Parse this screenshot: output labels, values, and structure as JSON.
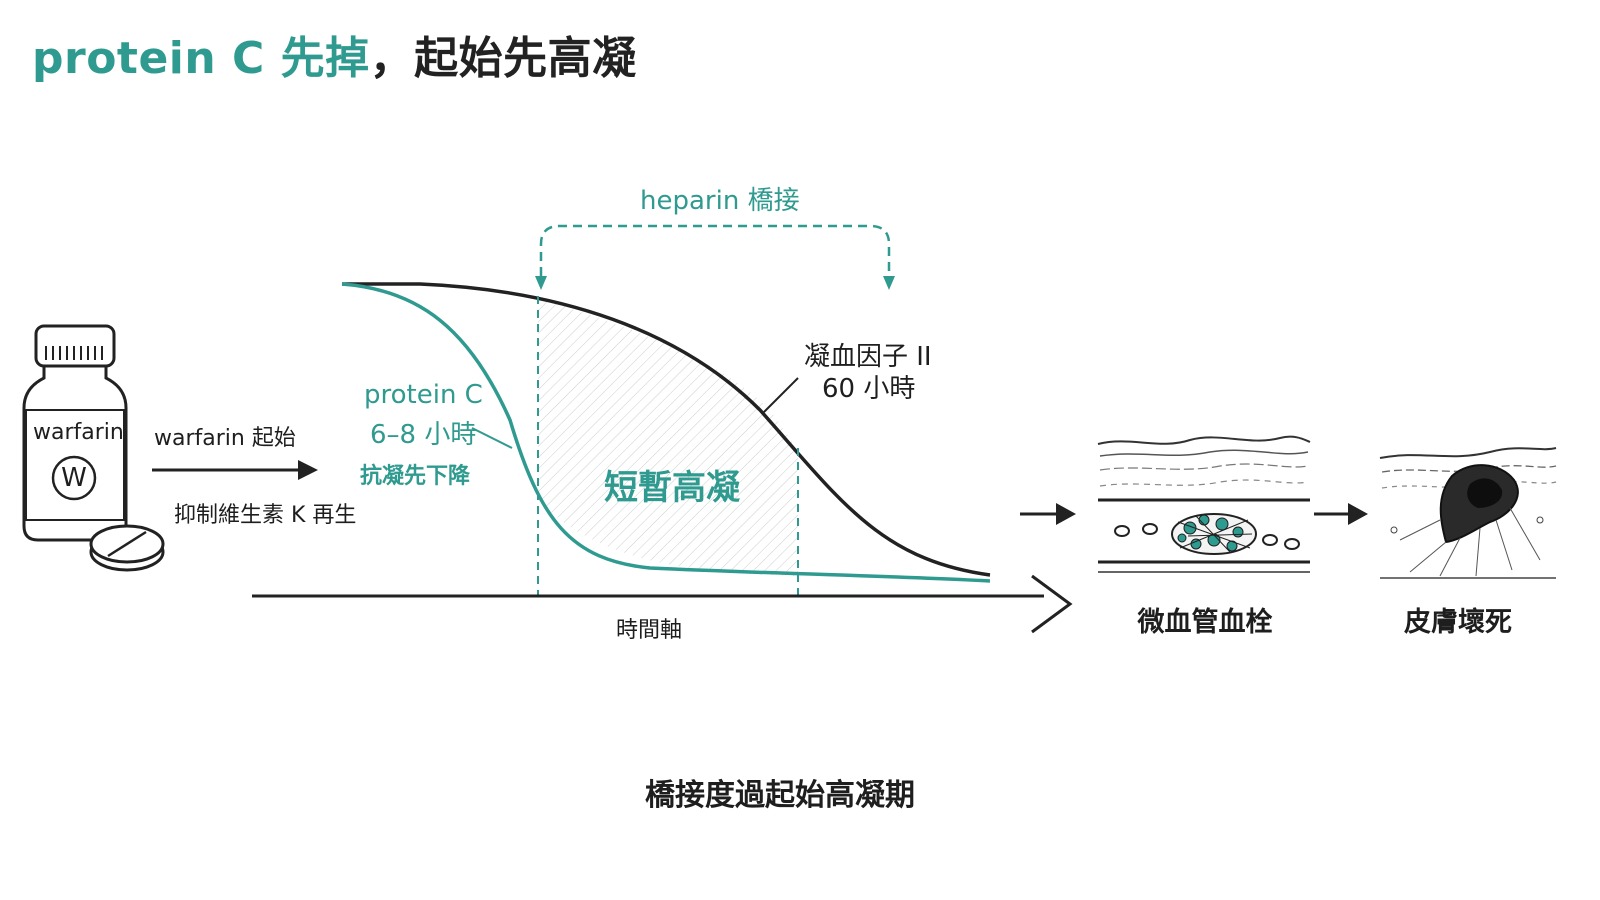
{
  "title": {
    "part1": "protein C 先掉",
    "part2": "，起始先高凝"
  },
  "colors": {
    "teal": "#2f9a8f",
    "dark": "#1e1e1e"
  },
  "bottle": {
    "label": "warfarin",
    "emblem": "W"
  },
  "arrow_top_label": "warfarin 起始",
  "arrow_bottom_label": "抑制維生素 K 再生",
  "protein_c": {
    "line1": "protein C",
    "line2": "6–8 小時",
    "line3": "抗凝先下降"
  },
  "factor_ii": {
    "line1": "凝血因子 II",
    "line2": "60 小時"
  },
  "heparin_label": "heparin 橋接",
  "hyper_label": "短暫高凝",
  "axis_label": "時間軸",
  "micro_label": "微血管血栓",
  "necrosis_label": "皮膚壞死",
  "footer": "橋接度過起始高凝期"
}
